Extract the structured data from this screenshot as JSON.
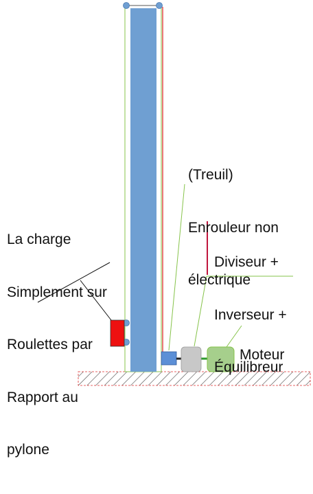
{
  "labels": {
    "charge": [
      "La charge",
      "Simplement sur",
      "Roulettes par",
      "Rapport au",
      "pylone"
    ],
    "treuil": [
      "(Treuil)",
      "Enrouleur non",
      "électrique"
    ],
    "diviseur": [
      "Diviseur +",
      "Inverseur +",
      "Équilibreur"
    ],
    "moteur": [
      "Moteur"
    ]
  },
  "colors": {
    "pylon_fill": "#6f9fd2",
    "outline_green": "#86c34a",
    "cable_red": "#e02020",
    "load_red": "#ee1111",
    "winch_blue": "#5c8fd6",
    "divider_gray": "#c8c8c8",
    "motor_green": "#a6cf8c",
    "accent_crimson": "#c0143c",
    "hatch": "#555555"
  }
}
